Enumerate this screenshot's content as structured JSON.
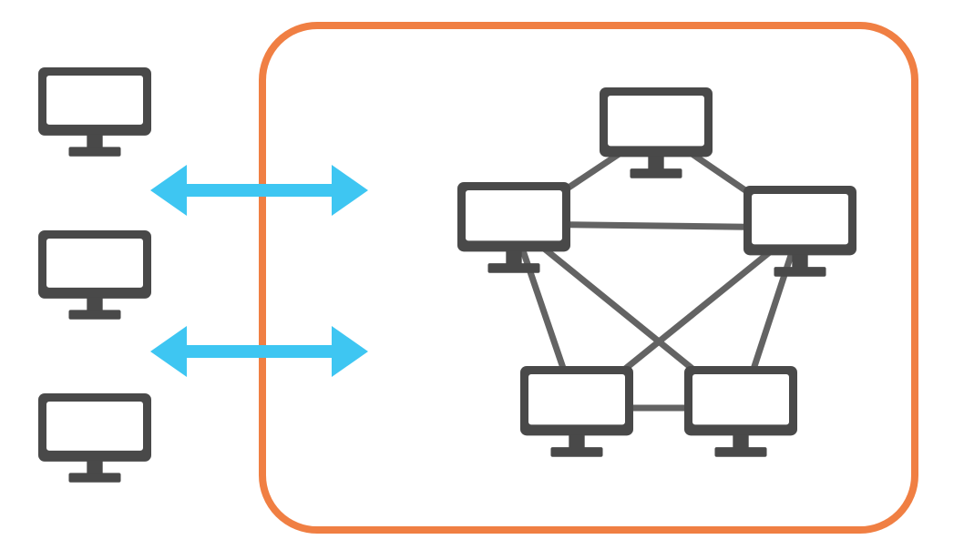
{
  "colors": {
    "monitor": "#494949",
    "screen": "#ffffff",
    "link": "#636363",
    "arrow": "#3ec6f2",
    "frame": "#f07f43",
    "background": "#ffffff"
  },
  "icons": {
    "monitor": "monitor-icon",
    "arrow": "double-arrow-icon"
  },
  "external_computers": [
    {
      "id": "client-1"
    },
    {
      "id": "client-2"
    },
    {
      "id": "client-3"
    }
  ],
  "arrows": [
    {
      "id": "arrow-1"
    },
    {
      "id": "arrow-2"
    }
  ],
  "network_nodes": [
    {
      "id": "node-top"
    },
    {
      "id": "node-left"
    },
    {
      "id": "node-right"
    },
    {
      "id": "node-bottom-left"
    },
    {
      "id": "node-bottom-right"
    }
  ],
  "network_links": [
    [
      "node-left",
      "node-top"
    ],
    [
      "node-top",
      "node-right"
    ],
    [
      "node-left",
      "node-right"
    ],
    [
      "node-left",
      "node-bottom-left"
    ],
    [
      "node-left",
      "node-bottom-right"
    ],
    [
      "node-right",
      "node-bottom-left"
    ],
    [
      "node-right",
      "node-bottom-right"
    ],
    [
      "node-bottom-left",
      "node-bottom-right"
    ]
  ]
}
